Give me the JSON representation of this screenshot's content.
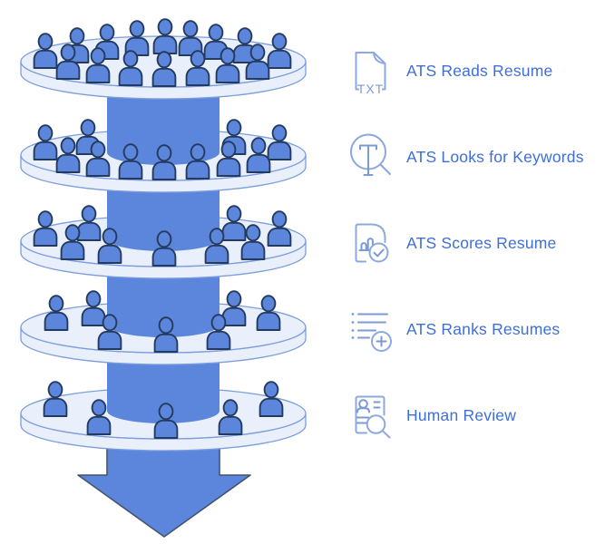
{
  "diagram": {
    "kind": "funnel-illustration",
    "stages": [
      {
        "label": "ATS Reads Resume",
        "icon": "txt-file-icon",
        "icon_text": "TXT",
        "people_count": 16
      },
      {
        "label": "ATS Looks for Keywords",
        "icon": "keyword-search-icon",
        "people_count": 11
      },
      {
        "label": "ATS Scores Resume",
        "icon": "score-check-icon",
        "people_count": 9
      },
      {
        "label": "ATS Ranks Resumes",
        "icon": "rank-list-icon",
        "people_count": 7
      },
      {
        "label": "Human Review",
        "icon": "human-review-icon",
        "people_count": 5
      }
    ],
    "colors": {
      "figure_fill": "#5B86DB",
      "figure_outline": "#243A5E",
      "disc_fill": "#E9F0FC",
      "disc_outline": "#7C9DDC",
      "arrow_fill": "#5B86DB",
      "arrow_outline": "#44546F",
      "icon_stroke": "#8CA8DE",
      "icon_stroke_inner": "#7C9AD6",
      "label_color": "#3E6FD8",
      "background": "#FFFFFF"
    }
  }
}
